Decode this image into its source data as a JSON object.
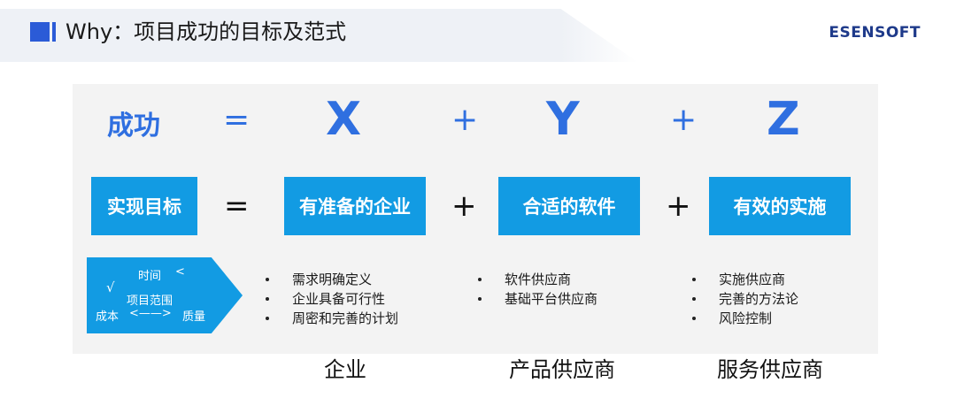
{
  "header": {
    "title": "Why：项目成功的目标及范式",
    "brand": "ESENSOFT"
  },
  "formula": {
    "success": "成功",
    "equals": "=",
    "x": "X",
    "plus1": "+",
    "y": "Y",
    "plus2": "+",
    "z": "Z"
  },
  "boxes": {
    "goal": "实现目标",
    "equals": "=",
    "ready_company": "有准备的企业",
    "plus1": "+",
    "suitable_software": "合适的软件",
    "plus2": "+",
    "effective_impl": "有效的实施"
  },
  "triangle": {
    "time": "时间",
    "scope": "项目范围",
    "cost": "成本",
    "quality": "质量",
    "arrow": "<——>",
    "arrow_top": "<",
    "arrow_left": "√"
  },
  "bullets": {
    "company": [
      "需求明确定义",
      "企业具备可行性",
      "周密和完善的计划"
    ],
    "product": [
      "软件供应商",
      "基础平台供应商"
    ],
    "service": [
      "实施供应商",
      "完善的方法论",
      "风险控制"
    ]
  },
  "captions": {
    "company": "企业",
    "product": "产品供应商",
    "service": "服务供应商"
  },
  "colors": {
    "accent_blue": "#2f6fe0",
    "box_blue": "#129be3",
    "header_mark": "#2b5bd7",
    "brand_navy": "#1e3a8a"
  }
}
